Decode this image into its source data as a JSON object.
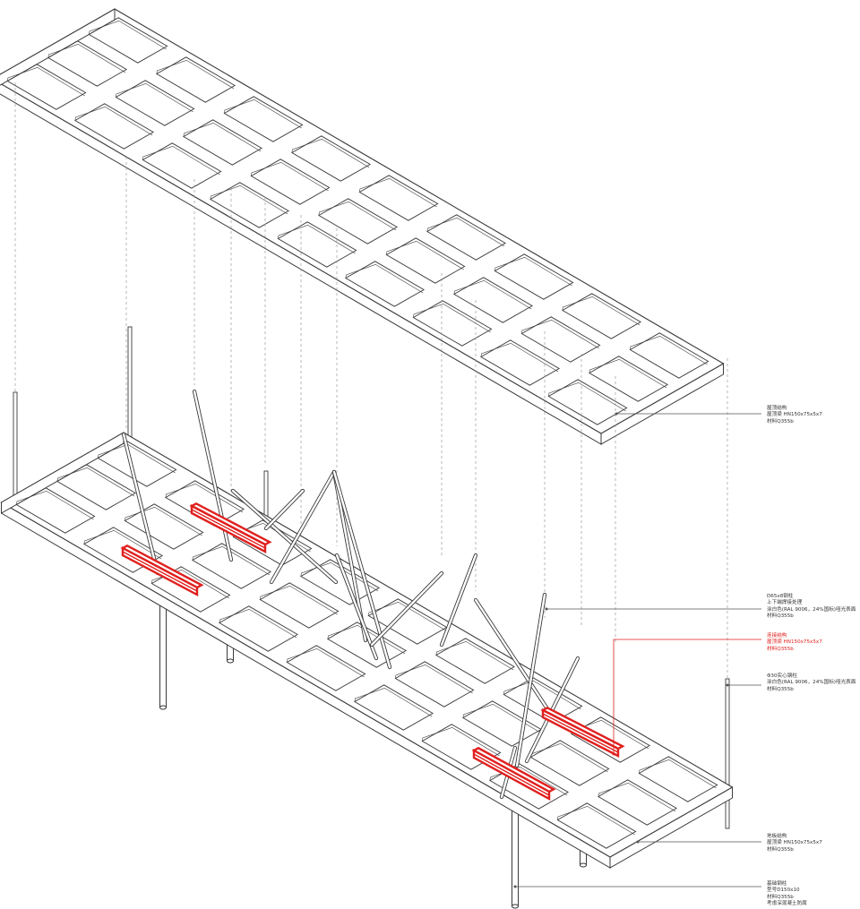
{
  "diagram": {
    "type": "exploded axonometric structural diagram",
    "colors": {
      "line": "#3a3a3a",
      "highlight": "#e0201e",
      "leader": "#555555"
    },
    "annotations": [
      {
        "id": "roof-structure",
        "lines": [
          "屋顶结构",
          "屋顶梁 HN150x75x5x7",
          "材料Q355b"
        ],
        "highlighted": false
      },
      {
        "id": "steel-rods",
        "lines": [
          "D65x8钢柱",
          "上下端焊接处理",
          "涂白色(RAL 9006，24%国标)哑光表面",
          "材料Q355b"
        ],
        "highlighted": false
      },
      {
        "id": "connection-beams",
        "lines": [
          "连接结构",
          "屋顶梁 HN150x75x5x7",
          "材料Q355b"
        ],
        "highlighted": true
      },
      {
        "id": "solid-rods",
        "lines": [
          "Φ30实心钢柱",
          "涂白色(RAL 9006，24%国标)哑光表面",
          "材料Q355b"
        ],
        "highlighted": false
      },
      {
        "id": "floor-structure",
        "lines": [
          "地板结构",
          "屋顶梁 HN150x75x5x7",
          "材料Q355b"
        ],
        "highlighted": false
      },
      {
        "id": "foundation-columns",
        "lines": [
          "基础钢柱",
          "型号D150x10",
          "材料Q355b",
          "考虑深混凝土防腐"
        ],
        "highlighted": false
      }
    ]
  }
}
